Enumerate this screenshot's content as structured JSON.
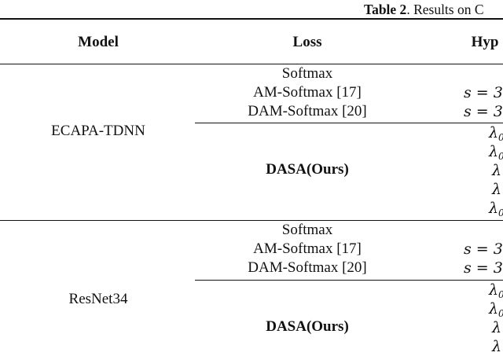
{
  "caption": {
    "label": "Table 2",
    "text": ". Results on C"
  },
  "table": {
    "headers": {
      "model": "Model",
      "loss": "Loss",
      "hyperparams": "Hyp"
    },
    "groups": [
      {
        "model": "ECAPA-TDNN",
        "baselines": [
          {
            "loss": "Softmax",
            "hyp": ""
          },
          {
            "loss": "AM-Softmax [17]",
            "hyp": "s = 3"
          },
          {
            "loss": "DAM-Softmax [20]",
            "hyp": "s = 3"
          }
        ],
        "ours": {
          "loss": "DASA(Ours)",
          "hyp_rows": [
            "λ0",
            "λ0",
            "λ",
            "λ",
            "λ0"
          ]
        }
      },
      {
        "model": "ResNet34",
        "baselines": [
          {
            "loss": "Softmax",
            "hyp": ""
          },
          {
            "loss": "AM-Softmax [17]",
            "hyp": "s = 3"
          },
          {
            "loss": "DAM-Softmax [20]",
            "hyp": "s = 3"
          }
        ],
        "ours": {
          "loss": "DASA(Ours)",
          "hyp_rows": [
            "λ0",
            "λ0",
            "λ",
            "λ"
          ]
        }
      }
    ]
  }
}
